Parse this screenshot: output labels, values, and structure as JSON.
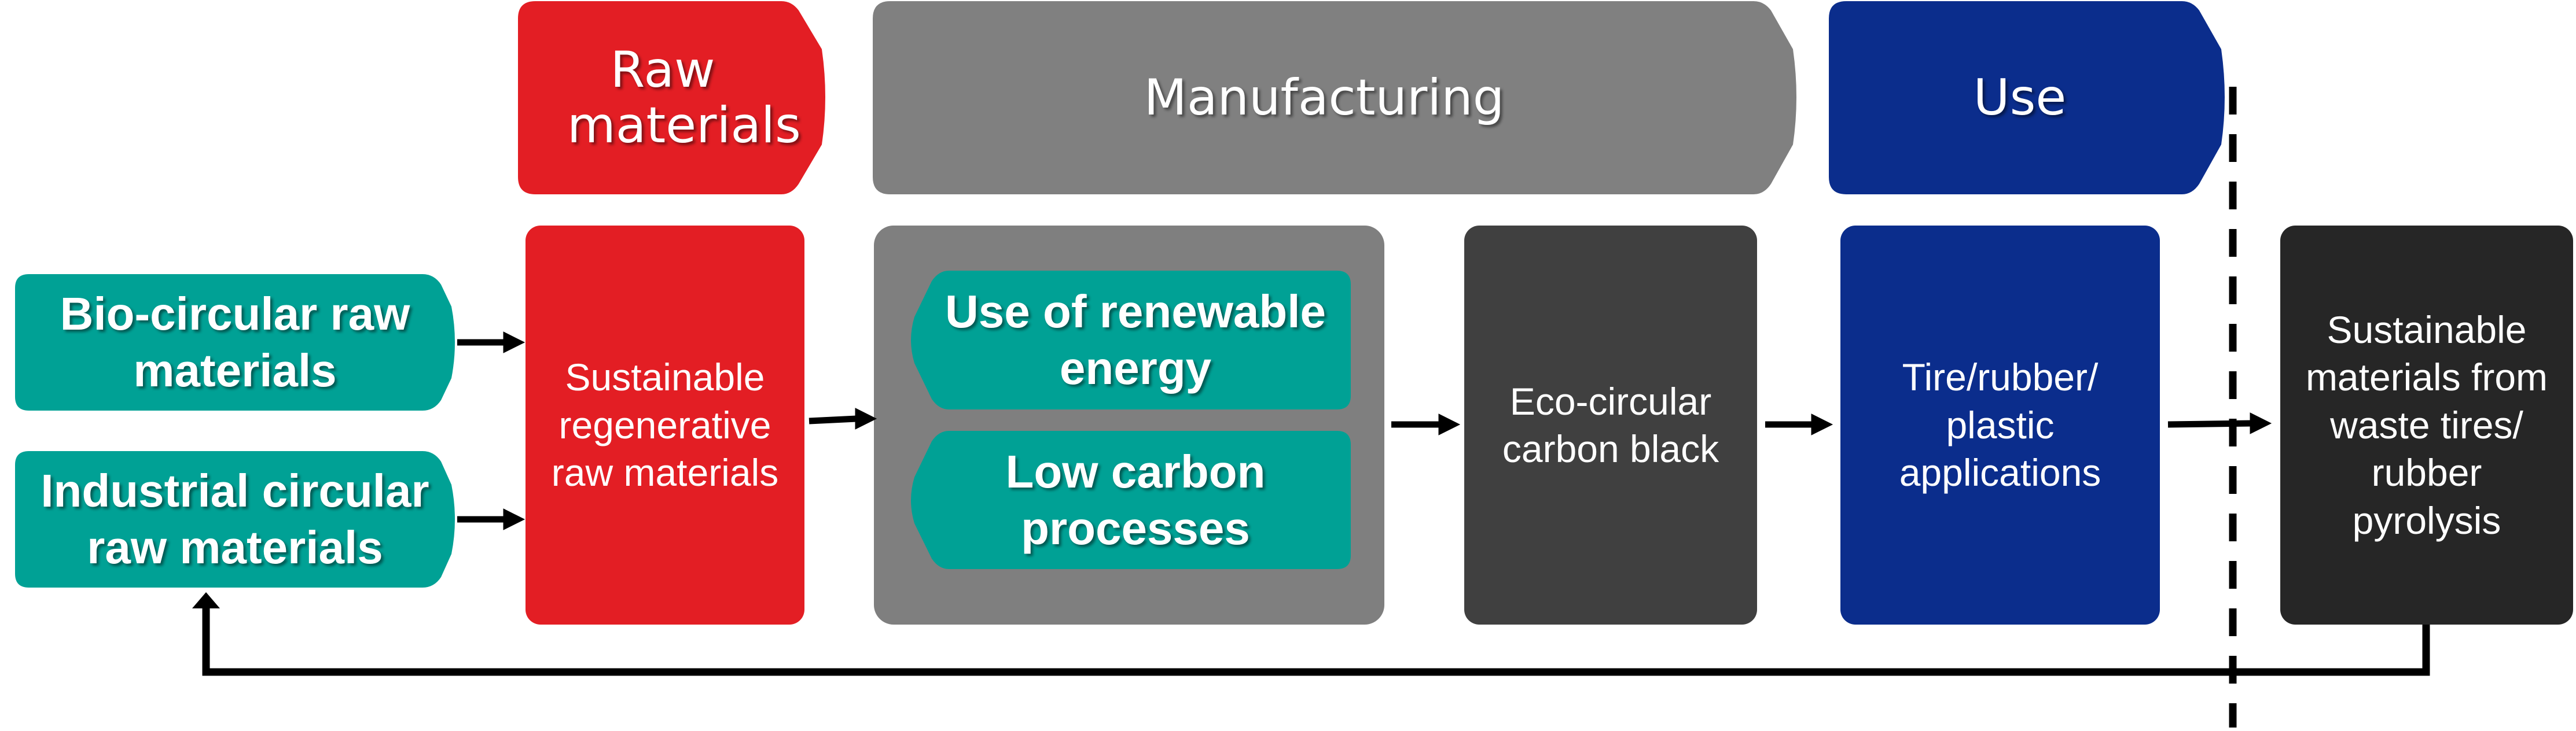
{
  "stages": {
    "raw_materials": "Raw materials",
    "manufacturing": "Manufacturing",
    "use": "Use"
  },
  "inputs": {
    "bio_circular": "Bio-circular raw materials",
    "industrial_circular": "Industrial circular raw materials"
  },
  "process": {
    "sustainable_raw": "Sustainable regenerative raw materials",
    "renewable_energy": "Use of renewable energy",
    "low_carbon": "Low carbon processes",
    "eco_carbon_black": "Eco-circular carbon black",
    "applications": "Tire/rubber/ plastic applications",
    "pyrolysis": "Sustainable materials from waste tires/ rubber pyrolysis"
  },
  "colors": {
    "red": "#e31e24",
    "gray_stage": "#808080",
    "gray_box": "#7f7f7f",
    "dark": "#404040",
    "darker": "#262626",
    "blue": "#0b2d8c",
    "teal": "#00a195"
  }
}
